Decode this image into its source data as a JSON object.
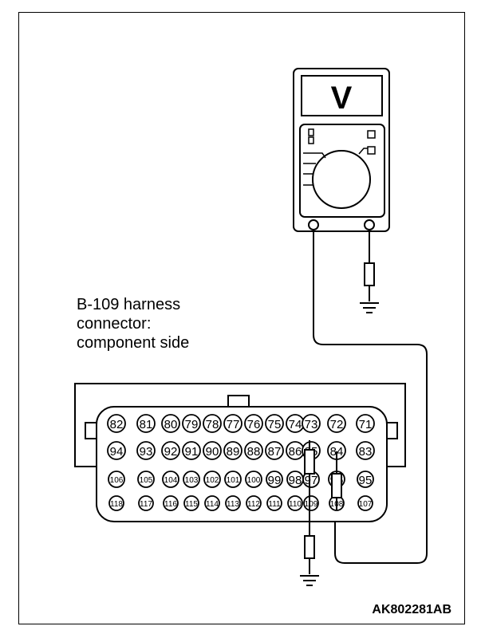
{
  "connector": {
    "label_line1": "B-109 harness",
    "label_line2": "connector:",
    "label_line3": "component side",
    "rows": [
      [
        "82",
        "81",
        "80",
        "79",
        "78",
        "77",
        "76",
        "75",
        "74",
        "73",
        "72",
        "71"
      ],
      [
        "94",
        "93",
        "92",
        "91",
        "90",
        "89",
        "88",
        "87",
        "86",
        "85",
        "84",
        "83"
      ],
      [
        "106",
        "105",
        "104",
        "103",
        "102",
        "101",
        "100",
        "99",
        "98",
        "97",
        "96",
        "95"
      ],
      [
        "118",
        "117",
        "116",
        "115",
        "114",
        "113",
        "112",
        "111",
        "110",
        "109",
        "108",
        "107"
      ]
    ]
  },
  "meter": {
    "display_symbol": "V"
  },
  "figure_code": "AK802281AB"
}
